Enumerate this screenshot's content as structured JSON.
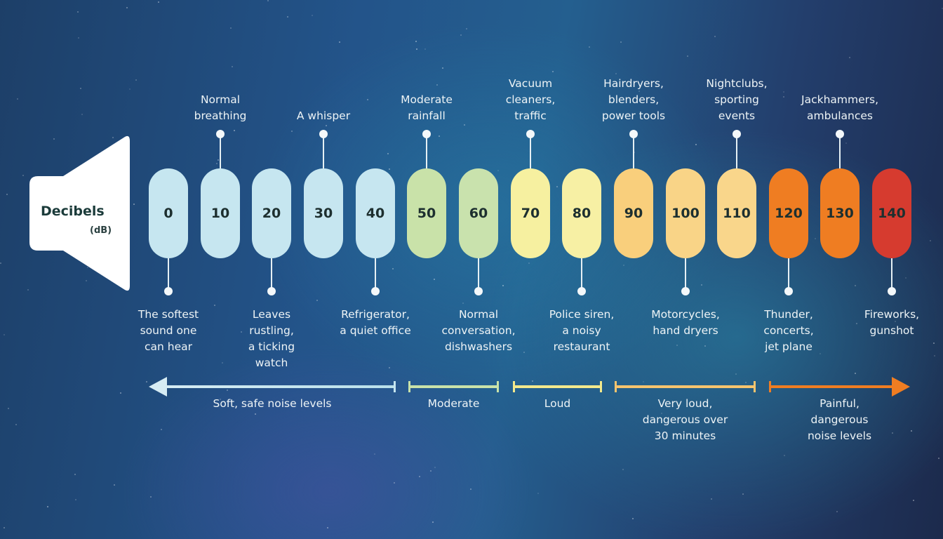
{
  "speaker": {
    "title": "Decibels",
    "unit": "(dB)",
    "icon": "speaker-icon"
  },
  "levels": [
    {
      "db": "0",
      "color": "#c6e6f0",
      "label": "The softest sound one can hear",
      "label_lines": [
        "The softest",
        "sound one",
        "can hear"
      ],
      "position": "below"
    },
    {
      "db": "10",
      "color": "#c6e6f0",
      "label": "Normal breathing",
      "label_lines": [
        "Normal",
        "breathing"
      ],
      "position": "above"
    },
    {
      "db": "20",
      "color": "#c6e6f0",
      "label": "Leaves rustling, a ticking watch",
      "label_lines": [
        "Leaves",
        "rustling,",
        "a ticking",
        "watch"
      ],
      "position": "below"
    },
    {
      "db": "30",
      "color": "#c6e6f0",
      "label": "A whisper",
      "label_lines": [
        "A whisper"
      ],
      "position": "above"
    },
    {
      "db": "40",
      "color": "#c6e6f0",
      "label": "Refrigerator, a quiet office",
      "label_lines": [
        "Refrigerator,",
        "a quiet office"
      ],
      "position": "below"
    },
    {
      "db": "50",
      "color": "#c9e2a9",
      "label": "Moderate rainfall",
      "label_lines": [
        "Moderate",
        "rainfall"
      ],
      "position": "above"
    },
    {
      "db": "60",
      "color": "#c9e2ad",
      "label": "Normal conversation, dishwashers",
      "label_lines": [
        "Normal",
        "conversation,",
        "dishwashers"
      ],
      "position": "below"
    },
    {
      "db": "70",
      "color": "#f6f0a0",
      "label": "Vacuum cleaners, traffic",
      "label_lines": [
        "Vacuum",
        "cleaners,",
        "traffic"
      ],
      "position": "above"
    },
    {
      "db": "80",
      "color": "#f7f0a4",
      "label": "Police siren, a noisy restaurant",
      "label_lines": [
        "Police siren,",
        "a noisy",
        "restaurant"
      ],
      "position": "below"
    },
    {
      "db": "90",
      "color": "#f9cf7c",
      "label": "Hairdryers, blenders, power tools",
      "label_lines": [
        "Hairdryers,",
        "blenders,",
        "power tools"
      ],
      "position": "above"
    },
    {
      "db": "100",
      "color": "#f9d487",
      "label": "Motorcycles, hand dryers",
      "label_lines": [
        "Motorcycles,",
        "hand dryers"
      ],
      "position": "below"
    },
    {
      "db": "110",
      "color": "#f9d68b",
      "label": "Nightclubs, sporting events",
      "label_lines": [
        "Nightclubs,",
        "sporting",
        "events"
      ],
      "position": "above"
    },
    {
      "db": "120",
      "color": "#ef7d22",
      "label": "Thunder, concerts, jet plane",
      "label_lines": [
        "Thunder,",
        "concerts,",
        "jet plane"
      ],
      "position": "below"
    },
    {
      "db": "130",
      "color": "#ef7d22",
      "label": "Jackhammers, ambulances",
      "label_lines": [
        "Jackhammers,",
        "ambulances"
      ],
      "position": "above"
    },
    {
      "db": "140",
      "color": "#d63b2f",
      "label": "Fireworks, gunshot",
      "label_lines": [
        "Fireworks,",
        "gunshot"
      ],
      "position": "below"
    }
  ],
  "ranges": [
    {
      "label": "Soft, safe noise levels",
      "label_lines": [
        "Soft, safe noise levels"
      ],
      "from_db": "0",
      "to_db": "40",
      "color": "#c6e6f0",
      "start": "arrow-left"
    },
    {
      "label": "Moderate",
      "label_lines": [
        "Moderate"
      ],
      "from_db": "50",
      "to_db": "60",
      "color": "#c9e2a9"
    },
    {
      "label": "Loud",
      "label_lines": [
        "Loud"
      ],
      "from_db": "70",
      "to_db": "80",
      "color": "#f3e98c"
    },
    {
      "label": "Very loud, dangerous over 30 minutes",
      "label_lines": [
        "Very loud,",
        "dangerous over",
        "30 minutes"
      ],
      "from_db": "90",
      "to_db": "110",
      "color": "#f6c46e"
    },
    {
      "label": "Painful, dangerous noise levels",
      "label_lines": [
        "Painful,",
        "dangerous",
        "noise levels"
      ],
      "from_db": "120",
      "to_db": "140",
      "color": "#ef7d22",
      "end": "arrow-right"
    }
  ]
}
